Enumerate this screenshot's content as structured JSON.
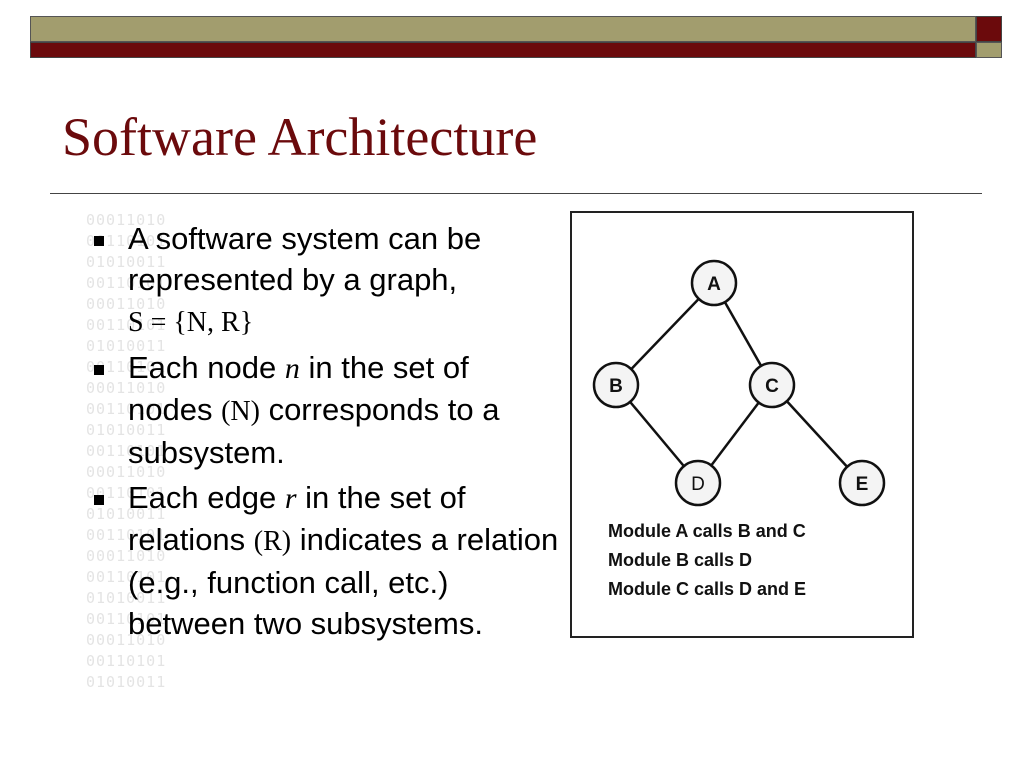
{
  "slide": {
    "title": "Software Architecture",
    "colors": {
      "title": "#6b0a0c",
      "band_olive": "#a29d6e",
      "band_maroon": "#6b0a0c"
    },
    "bullets": [
      {
        "parts": [
          "A software system can be represented by a graph,",
          "S = {N, R}"
        ]
      },
      {
        "parts": [
          "Each node ",
          "n",
          " in the set of nodes ",
          "(N)",
          " corresponds to a subsystem."
        ]
      },
      {
        "parts": [
          "Each edge ",
          "r",
          " in the set of relations ",
          "(R)",
          " indicates a relation (e.g., function call, etc.) between two subsystems."
        ]
      }
    ]
  },
  "diagram": {
    "nodes": [
      {
        "id": "A",
        "label": "A",
        "bold": true
      },
      {
        "id": "B",
        "label": "B",
        "bold": true
      },
      {
        "id": "C",
        "label": "C",
        "bold": true
      },
      {
        "id": "D",
        "label": "D",
        "bold": false
      },
      {
        "id": "E",
        "label": "E",
        "bold": true
      }
    ],
    "edges": [
      [
        "A",
        "B"
      ],
      [
        "A",
        "C"
      ],
      [
        "B",
        "D"
      ],
      [
        "C",
        "D"
      ],
      [
        "C",
        "E"
      ]
    ],
    "caption": [
      "Module A calls B and C",
      "Module B calls D",
      "Module C calls D and E"
    ]
  }
}
